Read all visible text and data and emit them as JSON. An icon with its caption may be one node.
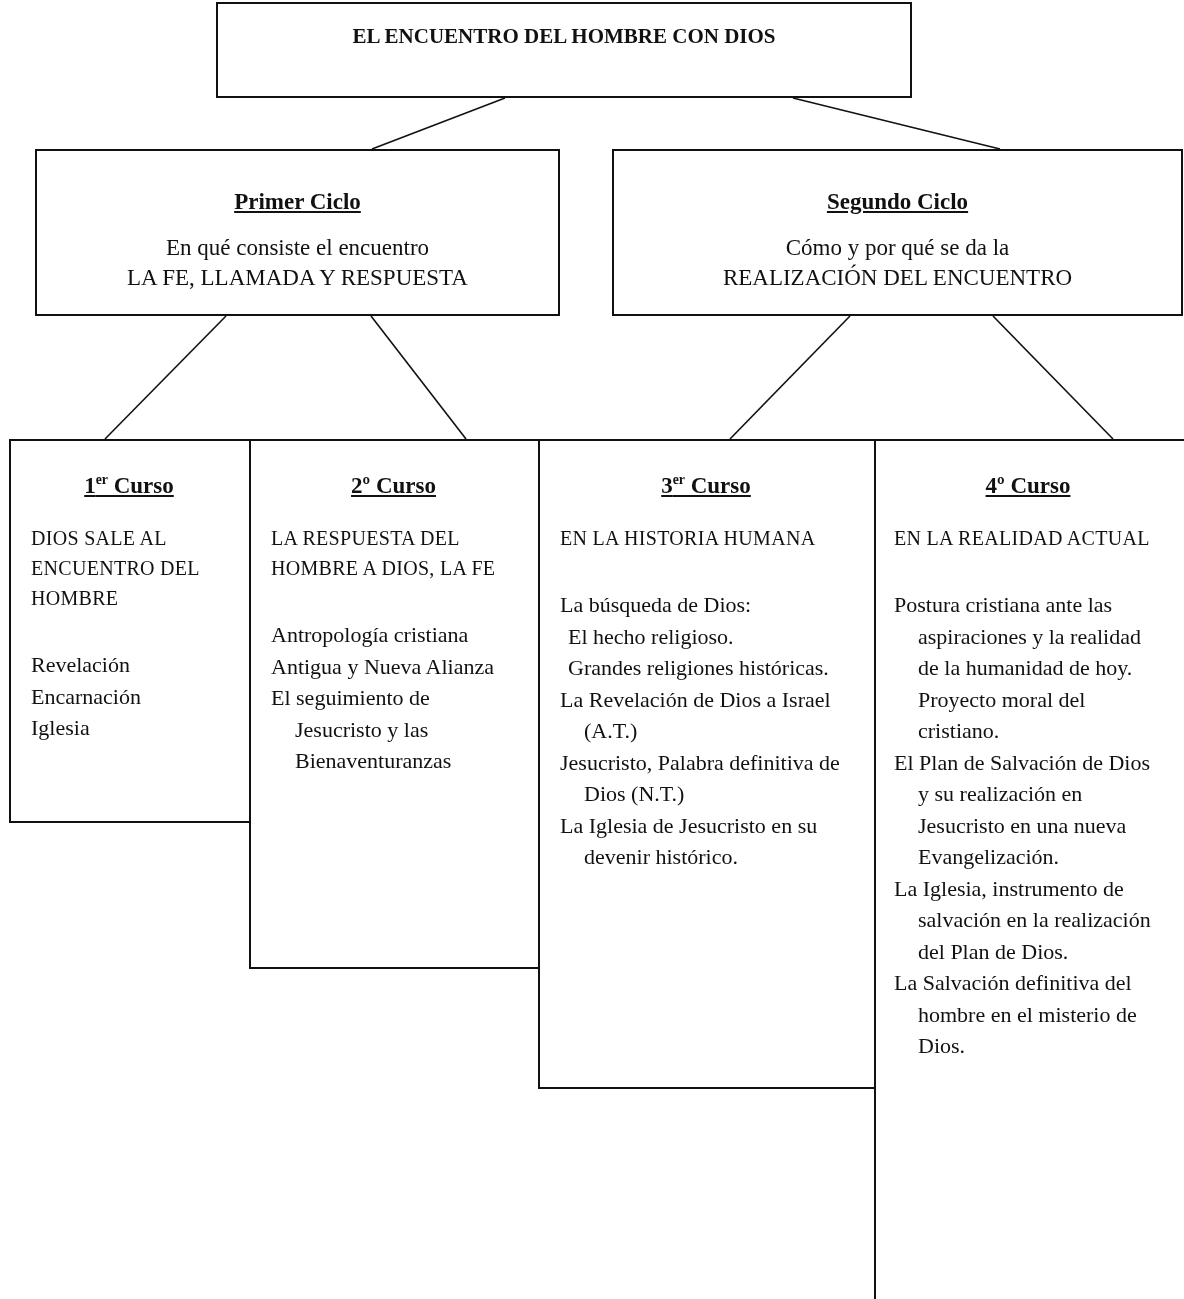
{
  "diagram": {
    "nodes": [
      {
        "text": [
          "EL ENCUENTRO DEL HOMBRE CON DIOS"
        ]
      },
      {
        "text": [
          "Primer Ciclo",
          "En qué consiste el encuentro",
          "LA FE, LLAMADA Y RESPUESTA"
        ]
      },
      {
        "text": [
          "Segundo Ciclo",
          "Cómo y por qué se da la",
          "REALIZACIÓN DEL ENCUENTRO"
        ]
      },
      {
        "text": [
          "1$^{er}$ Curso",
          "DIOS SALE AL ENCUENTRO DEL HOMBRE",
          "Revelación",
          "Encarnación",
          "Iglesia"
        ]
      },
      {
        "text": [
          "2º Curso",
          "LA RESPUESTA DEL HOMBRE A DIOS, LA FE",
          "Antropología cristiana",
          "Antigua y Nueva Alianza",
          "El seguimiento de Jesucristo y las Bienaventuranzas"
        ]
      },
      {
        "text": [
          "3$^{er}$ Curso",
          "EN LA HISTORIA HUMANA",
          "La búsqueda de Dios:",
          "El hecho religioso.",
          "Grandes religiones históricas.",
          "La Revelación de Dios a Israel (A.T.)",
          "Jesucristo, Palabra definitiva de Dios (N.T.)",
          "La Iglesia de Jesucristo en su devenir histórico."
        ]
      },
      {
        "text": [
          "4º Curso",
          "EN LA REALIDAD ACTUAL",
          "Postura cristiana ante las aspiraciones y la realidad de la humanidad de hoy.",
          "Proyecto moral del cristiano.",
          "El Plan de Salvación de Dios y su realización en Jesucristo en una nueva Evangelización.",
          "La Iglesia, instrumento de salvación en la realización del Plan de Dios.",
          "La Salvación definitiva del hombre en el misterio de Dios."
        ]
      }
    ],
    "edges": [
      {
        "from": 0,
        "to": 1,
        "arrow": "none"
      },
      {
        "from": 0,
        "to": 2,
        "arrow": "none"
      },
      {
        "from": 1,
        "to": 3,
        "arrow": "none"
      },
      {
        "from": 1,
        "to": 4,
        "arrow": "none"
      },
      {
        "from": 2,
        "to": 5,
        "arrow": "none"
      },
      {
        "from": 2,
        "to": 6,
        "arrow": "none"
      }
    ]
  }
}
